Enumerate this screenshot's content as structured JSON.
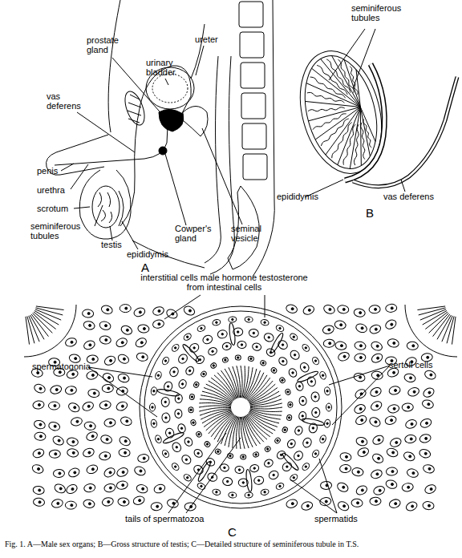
{
  "diagram": {
    "caption": "Fig. 1. A—Male sex organs; B—Gross structure of testis; C—Detailed structure of seminiferous tubule in T.S.",
    "labels": [
      "prostate gland",
      "urinary bladder",
      "ureter",
      "vas deferens",
      "penis",
      "urethra",
      "scrotum",
      "seminiferous tubules",
      "testis",
      "epididymis",
      "Cowper's gland",
      "seminal vesicle",
      "A",
      "seminiferous tubules",
      "epididymis",
      "vas deferens",
      "B",
      "interstitial cells male hormone testosterone from intestinal cells",
      "spermatogonia",
      "sertoli cells",
      "tails of spermatozoa",
      "spermatids",
      "C"
    ]
  }
}
